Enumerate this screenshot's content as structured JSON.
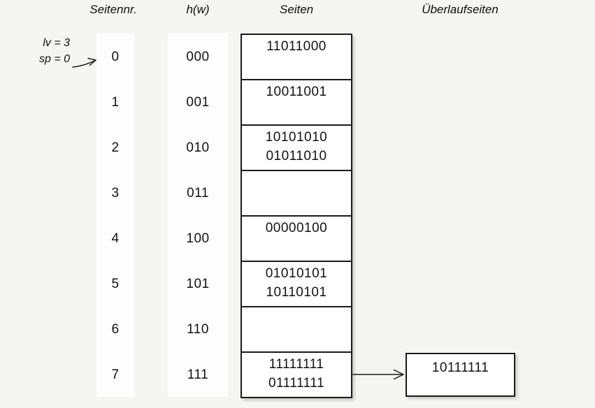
{
  "headers": {
    "seitennr": "Seitennr.",
    "hw": "h(w)",
    "seiten": "Seiten",
    "ueberlauf": "Überlaufseiten"
  },
  "annotation": {
    "line1": "lv = 3",
    "line2": "sp = 0"
  },
  "table": {
    "rows": [
      {
        "page": "0",
        "hash": "000",
        "values": [
          "11011000"
        ]
      },
      {
        "page": "1",
        "hash": "001",
        "values": [
          "10011001"
        ]
      },
      {
        "page": "2",
        "hash": "010",
        "values": [
          "10101010",
          "01011010"
        ]
      },
      {
        "page": "3",
        "hash": "011",
        "values": []
      },
      {
        "page": "4",
        "hash": "100",
        "values": [
          "00000100"
        ]
      },
      {
        "page": "5",
        "hash": "101",
        "values": [
          "01010101",
          "10110101"
        ]
      },
      {
        "page": "6",
        "hash": "110",
        "values": []
      },
      {
        "page": "7",
        "hash": "111",
        "values": [
          "11111111",
          "01111111"
        ]
      }
    ]
  },
  "overflow": {
    "attached_to_page": "7",
    "values": [
      "10111111"
    ]
  },
  "icons": {
    "split_pointer_arrow": "arrow-up-right",
    "overflow_arrow": "arrow-right"
  },
  "colors": {
    "background": "#f5f5f3",
    "box_fill": "#ffffff",
    "line": "#1a1a1a"
  }
}
